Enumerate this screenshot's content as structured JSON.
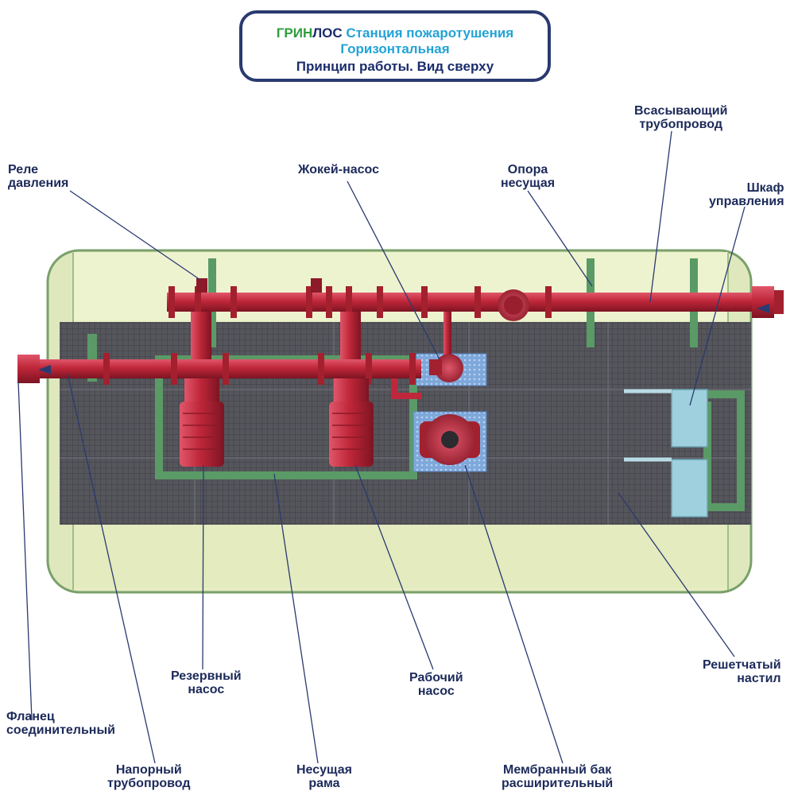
{
  "title": {
    "brand_part1": "ГРИН",
    "brand_part2": "ЛОС",
    "line1_rest": "Станция пожаротушения",
    "line2": "Горизонтальная",
    "line3": "Принцип работы. Вид сверху"
  },
  "labels": {
    "pressure_relay": "Реле\nдавления",
    "jockey_pump": "Жокей-насос",
    "support": "Опора\nнесущая",
    "suction_pipe": "Всасывающий\nтрубопровод",
    "control_cabinet": "Шкаф\nуправления",
    "reserve_pump": "Резервный\nнасос",
    "working_pump": "Рабочий\nнасос",
    "grating_floor": "Решетчатый\nнастил",
    "connecting_flange": "Фланец\nсоединительный",
    "pressure_pipe": "Напорный\nтрубопровод",
    "bearing_frame": "Несущая\nрама",
    "membrane_tank": "Мембранный бак\nрасширительный"
  },
  "colors": {
    "title_border": "#2a3a70",
    "brand_green": "#2e9e3c",
    "brand_blue": "#1a2d6b",
    "title_cyan": "#22a3d6",
    "label_text": "#1c2a5a",
    "leader_line": "#2a3a70",
    "tank_body": "#e4ecc4",
    "tank_outline": "#7aa06a",
    "grating": "#4f4f56",
    "frame_green": "#5a9a66",
    "pipe_red": "#c0273a",
    "cabinet": "#9fd0de",
    "platform": "#7aa6d8"
  }
}
